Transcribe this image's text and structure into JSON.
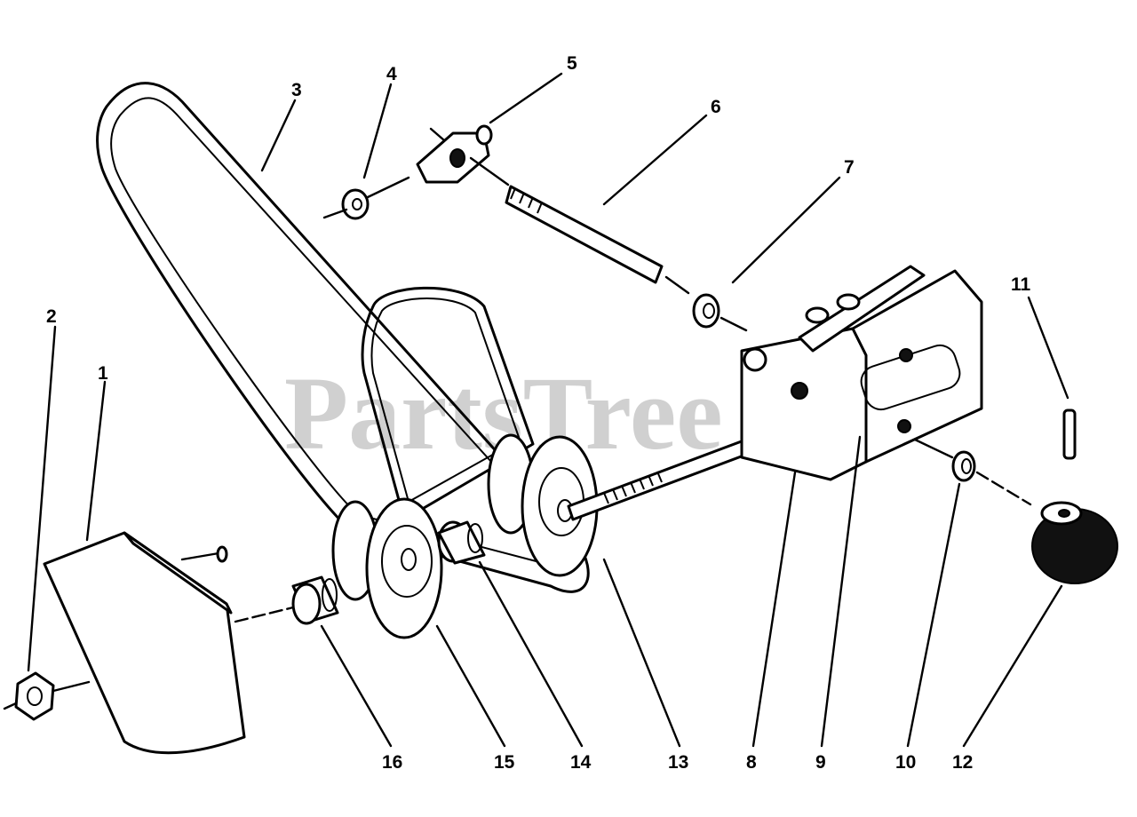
{
  "watermark": "PartsTree",
  "callouts": [
    "1",
    "2",
    "3",
    "4",
    "5",
    "6",
    "7",
    "8",
    "9",
    "10",
    "11",
    "12",
    "13",
    "14",
    "15",
    "16"
  ]
}
